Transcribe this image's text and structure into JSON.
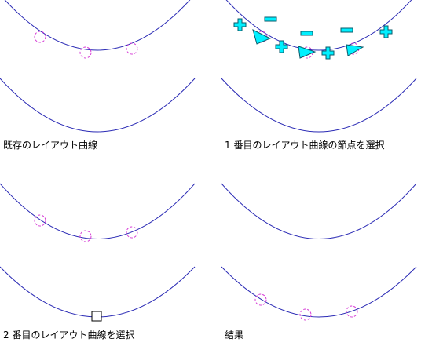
{
  "captions": {
    "top_left": "既存のレイアウト曲線",
    "top_right": "1 番目のレイアウト曲線の節点を選択",
    "bottom_left": "2 番目のレイアウト曲線を選択",
    "bottom_right": "結果"
  },
  "colors": {
    "curve": "#2b2bb5",
    "node_marker": "#d63cd6",
    "handle_fill": "#00f0ff",
    "handle_stroke": "#0a5a6a",
    "select_box": "#000000",
    "caption_text": "#000000"
  },
  "icons": {
    "node_marker": "dashed-circle-icon",
    "plus_handle": "plus-icon",
    "minus_handle": "minus-icon",
    "arrow_handle": "triangle-arrow-icon",
    "selection_box": "square-icon"
  }
}
